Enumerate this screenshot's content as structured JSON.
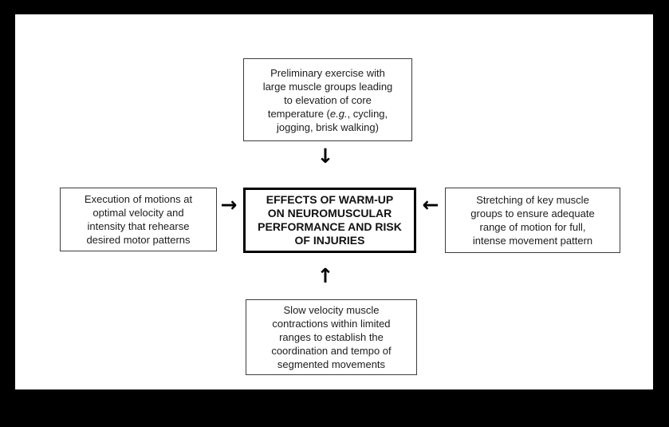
{
  "frame": {
    "background_color": "#000000",
    "canvas_color": "#ffffff"
  },
  "diagram": {
    "center_box": {
      "text": "EFFECTS OF WARM-UP\nON NEUROMUSCULAR\nPERFORMANCE AND RISK\nOF INJURIES",
      "border_color": "#000000",
      "text_color": "#111111"
    },
    "top_box": {
      "text_before_italic": "Preliminary exercise with\nlarge muscle groups leading\nto elevation of core\ntemperature (",
      "italic_text": "e.g.",
      "text_after_italic": ", cycling,\njogging, brisk walking)"
    },
    "left_box": {
      "text": "Execution of motions at\noptimal velocity and\nintensity that rehearse\ndesired motor patterns"
    },
    "right_box": {
      "text": "Stretching of key muscle\ngroups to ensure adequate\nrange of motion for full,\nintense movement pattern"
    },
    "bottom_box": {
      "text": "Slow velocity muscle\ncontractions within limited\nranges to establish the\ncoordination and tempo of\nsegmented movements"
    },
    "arrows": {
      "down_glyph": "↓",
      "up_glyph": "↑",
      "right_glyph": "→",
      "left_glyph": "←"
    }
  }
}
